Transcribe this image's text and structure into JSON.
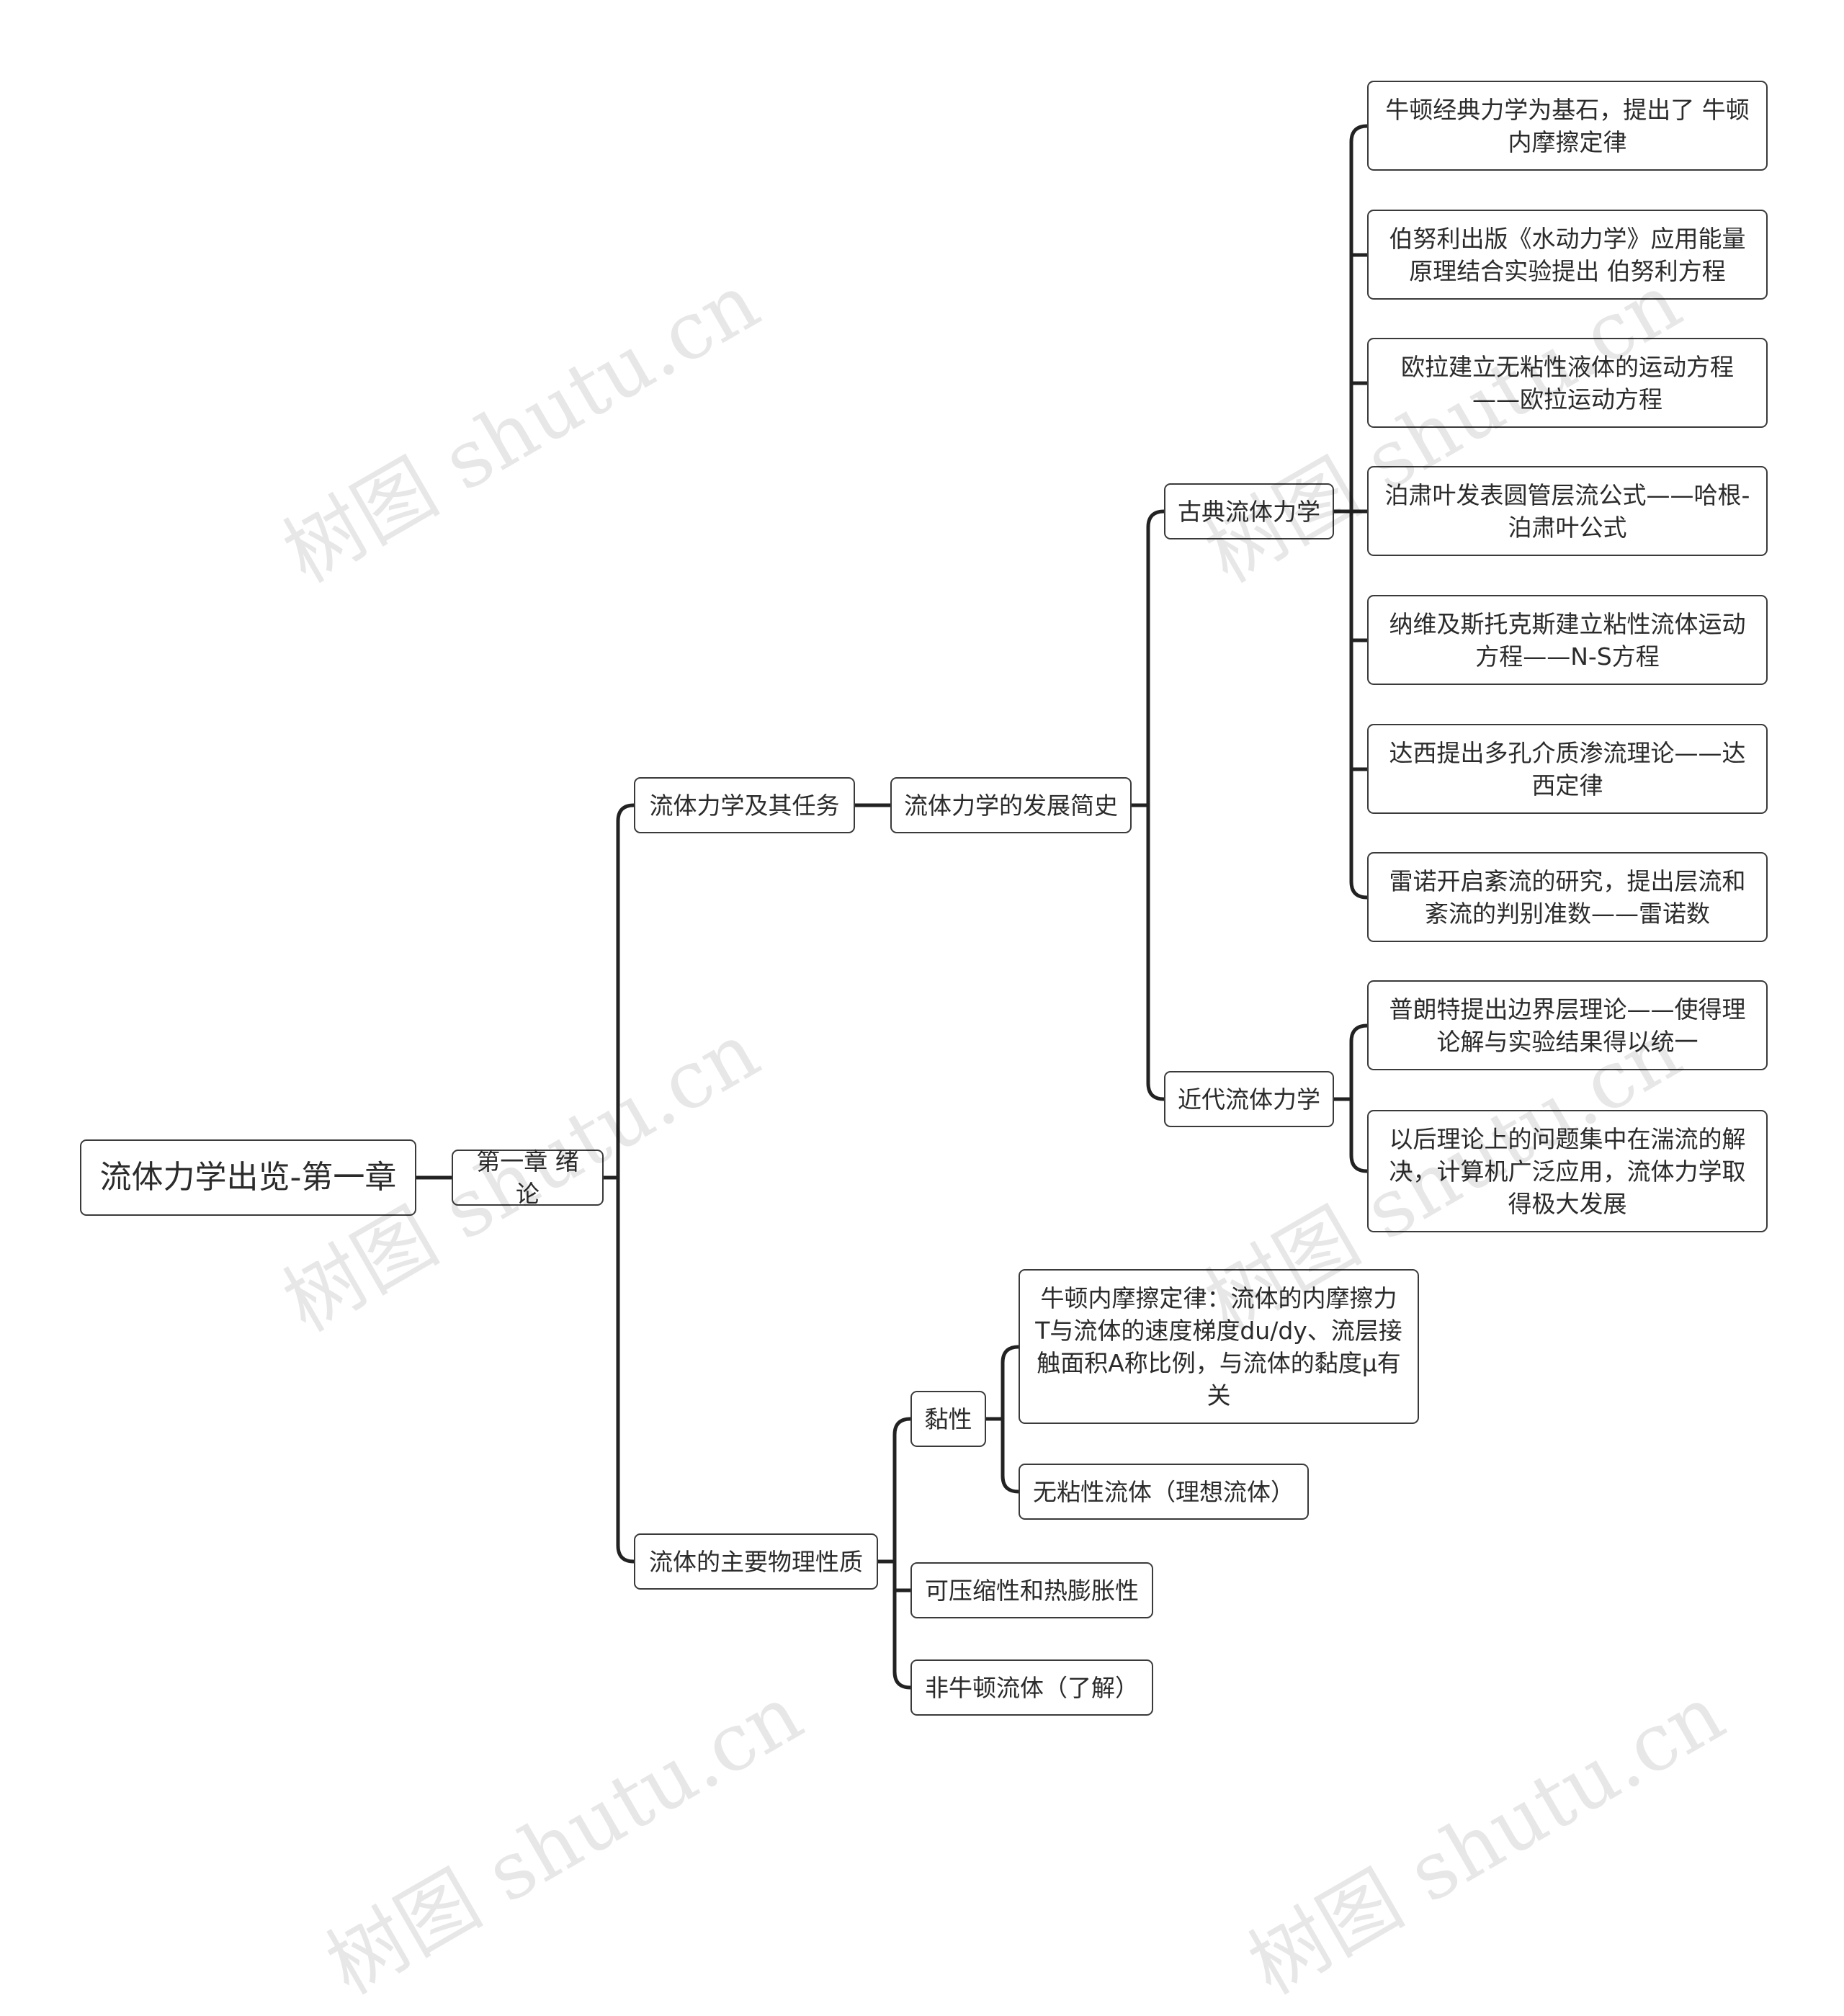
{
  "root": "流体力学出览-第一章",
  "chapter": "第一章 绪论",
  "branch_task": "流体力学及其任务",
  "branch_history": "流体力学的发展简史",
  "classical": {
    "label": "古典流体力学",
    "items": [
      "牛顿经典力学为基石，提出了 牛顿内摩擦定律",
      "伯努利出版《水动力学》应用能量原理结合实验提出 伯努利方程",
      "欧拉建立无粘性液体的运动方程——欧拉运动方程",
      "泊肃叶发表圆管层流公式——哈根-泊肃叶公式",
      "纳维及斯托克斯建立粘性流体运动方程——N-S方程",
      "达西提出多孔介质渗流理论——达西定律",
      "雷诺开启紊流的研究，提出层流和紊流的判别准数——雷诺数"
    ]
  },
  "modern": {
    "label": "近代流体力学",
    "items": [
      "普朗特提出边界层理论——使得理论解与实验结果得以统一",
      "以后理论上的问题集中在湍流的解决，计算机广泛应用，流体力学取得极大发展"
    ]
  },
  "properties": {
    "label": "流体的主要物理性质",
    "viscosity": {
      "label": "黏性",
      "items": [
        "牛顿内摩擦定律：流体的内摩擦力T与流体的速度梯度du/dy、流层接触面积A称比例，与流体的黏度μ有关",
        "无粘性流体（理想流体）"
      ]
    },
    "compressibility": "可压缩性和热膨胀性",
    "non_newtonian": "非牛顿流体（了解）"
  },
  "watermark": "树图 shutu.cn"
}
